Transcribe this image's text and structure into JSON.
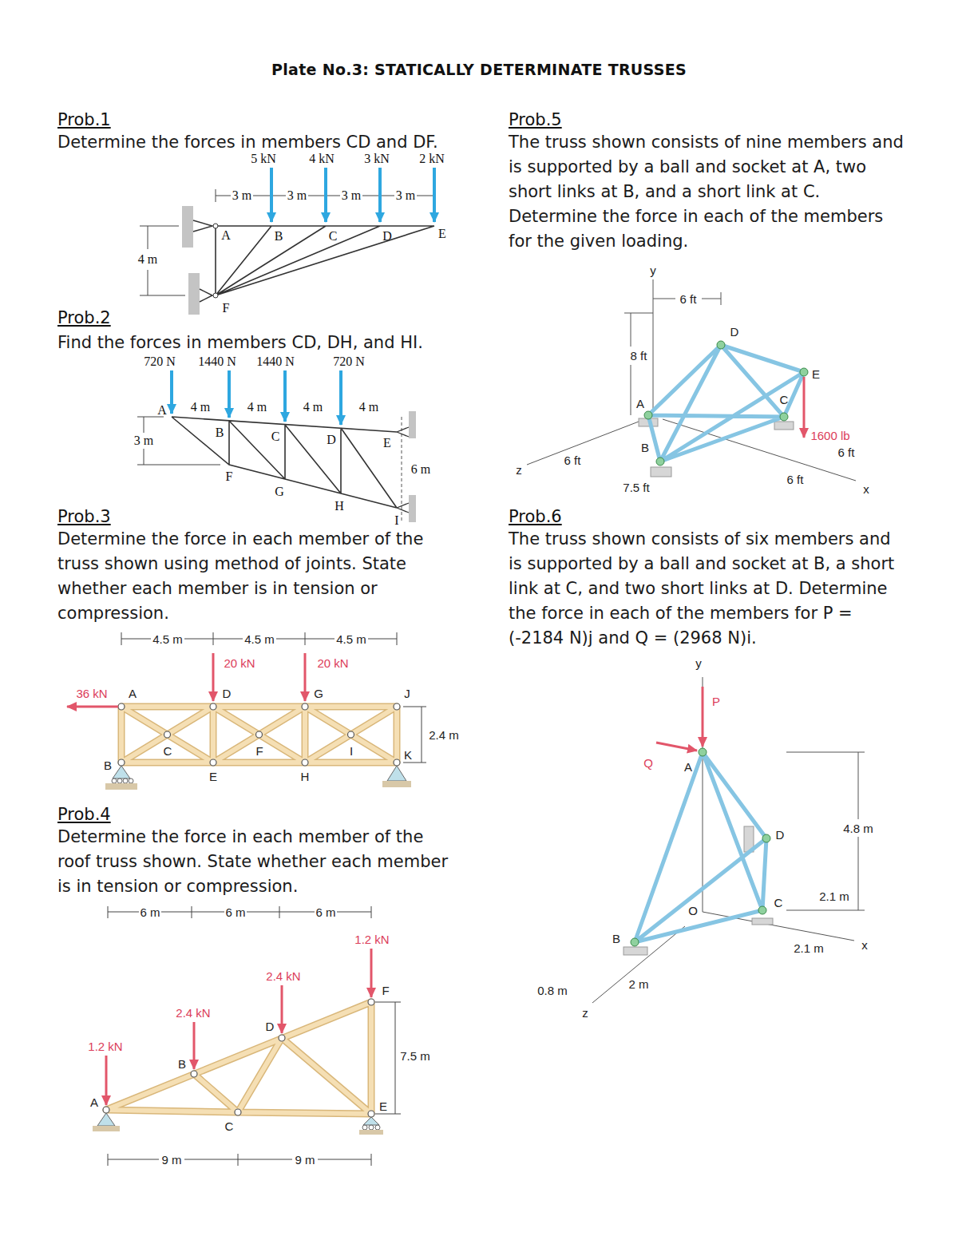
{
  "diagram": {
    "title": "Plate No.3: STATICALLY DETERMINATE TRUSSES",
    "labels": [
      "Prob.1",
      "Determine the forces in members CD and DF.",
      "5 kN",
      "4 kN",
      "3 kN",
      "2 kN",
      "3 m",
      "3 m",
      "3 m",
      "3 m",
      "A",
      "B",
      "C",
      "D",
      "E",
      "F",
      "4 m",
      "Prob.2",
      "Find the forces in members CD, DH, and HI.",
      "720 N",
      "1440 N",
      "1440 N",
      "720 N",
      "A",
      "4 m",
      "4 m",
      "4 m",
      "4 m",
      "B",
      "C",
      "D",
      "E",
      "3 m",
      "F",
      "G",
      "H",
      "6 m",
      "I",
      "Prob.3",
      "Determine the force in each member of the truss shown using method of joints. State whether each member is in tension or compression.",
      "4.5 m",
      "4.5 m",
      "4.5 m",
      "20 kN",
      "20 kN",
      "36 kN",
      "A",
      "D",
      "G",
      "J",
      "2.4 m",
      "B",
      "C",
      "E",
      "F",
      "H",
      "I",
      "K",
      "Prob.4",
      "Determine the force in each member of the roof truss shown. State whether each member is in tension or compression.",
      "6 m",
      "6 m",
      "6 m",
      "1.2 kN",
      "2.4 kN",
      "2.4 kN",
      "1.2 kN",
      "A",
      "B",
      "D",
      "F",
      "7.5 m",
      "E",
      "C",
      "9 m",
      "9 m",
      "Prob.5",
      "The truss shown consists of nine members and is supported by a ball and socket at A, two short links at B, and a short link at C. Determine the force in each of the members for the given loading.",
      "y",
      "6 ft",
      "D",
      "8 ft",
      "E",
      "A",
      "C",
      "B",
      "1600 lb",
      "6 ft",
      "6 ft",
      "6 ft",
      "z",
      "7.5 ft",
      "x",
      "Prob.6",
      "The truss shown consists of six members and is supported by a ball and socket at B, a short link at C, and two short links at D. Determine the force in each of the members for P = (-2184 N)j and Q = (2968 N)i.",
      "y",
      "P",
      "Q",
      "A",
      "D",
      "4.8 m",
      "2.1 m",
      "C",
      "O",
      "B",
      "2.1 m",
      "x",
      "0.8 m",
      "2 m",
      "z"
    ]
  }
}
